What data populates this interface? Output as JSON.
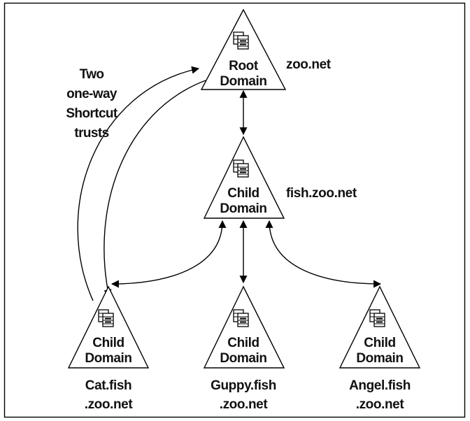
{
  "frame": {
    "border_color": "#000000"
  },
  "annotation": {
    "lines": [
      "Two",
      "one-way",
      "Shortcut",
      "trusts"
    ]
  },
  "nodes": {
    "root": {
      "line1": "Root",
      "line2": "Domain",
      "name": "zoo.net",
      "icon": "server-icon"
    },
    "fish": {
      "line1": "Child",
      "line2": "Domain",
      "name": "fish.zoo.net",
      "icon": "server-icon"
    },
    "cat": {
      "line1": "Child",
      "line2": "Domain",
      "name1": "Cat.fish",
      "name2": ".zoo.net",
      "icon": "server-icon"
    },
    "guppy": {
      "line1": "Child",
      "line2": "Domain",
      "name1": "Guppy.fish",
      "name2": ".zoo.net",
      "icon": "server-icon"
    },
    "angel": {
      "line1": "Child",
      "line2": "Domain",
      "name1": "Angel.fish",
      "name2": ".zoo.net",
      "icon": "server-icon"
    }
  },
  "edges": [
    {
      "from": "root",
      "to": "fish",
      "type": "two-way"
    },
    {
      "from": "fish",
      "to": "cat",
      "type": "two-way"
    },
    {
      "from": "fish",
      "to": "guppy",
      "type": "two-way"
    },
    {
      "from": "fish",
      "to": "angel",
      "type": "two-way"
    },
    {
      "from": "root",
      "to": "cat",
      "type": "one-way shortcut"
    },
    {
      "from": "cat",
      "to": "root",
      "type": "one-way shortcut"
    }
  ]
}
